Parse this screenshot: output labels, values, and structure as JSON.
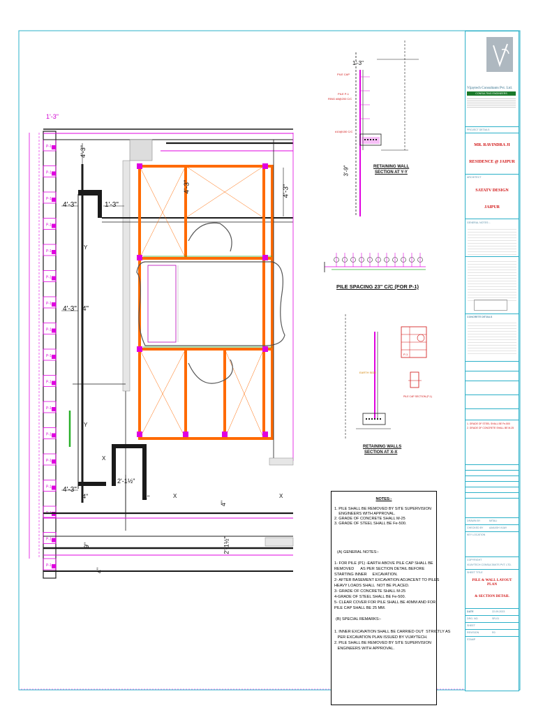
{
  "title_block": {
    "company": "Vijaytech Consultants Pvt. Ltd.",
    "company_tag": "CONSULTING ENGINEERS",
    "project_details_label": "PROJECT DETAILS",
    "project_line1": "MR. RAVINDRA JI",
    "project_line2": "RESIDENCE @ JAIPUR",
    "architect_label": "ARCHITECT",
    "architect_line1": "SATATV DESIGN",
    "architect_line2": "JAIPUR",
    "general_notes_label": "GENERAL NOTES :-",
    "concrete_details_label": "CONCRETE DETAILS",
    "note_a": "1.  GRADE OF STEEL SHALL BE Fe-500",
    "note_b": "2.  GRADE OF CONCRETE SHALL BE M-25",
    "drawn_by_label": "DRAWN BY",
    "drawn_by": "MITALI",
    "checked_by_label": "CHECKED BY",
    "checked_by": "AAKASH VIJAY",
    "key_location_label": "KEY LOCATION",
    "copyright_label": "COPYRIGHT",
    "copyright_text": "VIJAYTECH CONSULTANTS PVT. LTD.",
    "sheet_title_label": "SHEET TITLE",
    "sheet_title1": "PILE & WALL LAYOUT PLAN",
    "sheet_title2": "& SECTION DETAIL",
    "date_label": "DATE",
    "date": "22-09-2023",
    "drg_no_label": "DRG. NO.",
    "drg_no": "SR-01",
    "sheet_label": "SHEET",
    "revision_label": "REVISION",
    "revision": "R0",
    "stamp_label": "STAMP"
  },
  "sections": {
    "retaining_wall_yy_line1": "RETAINING WALL",
    "retaining_wall_yy_line2": "SECTION AT Y-Y",
    "pile_spacing": "PILE SPACING  23\" C/C (FOR P-1)",
    "retaining_wall_xx_line1": "RETAINING WALLS",
    "retaining_wall_xx_line2": "SECTION AT X-X",
    "pile_cap": "PILE CAP",
    "pile_p1": "PILE P-1",
    "ring": "RING #8@200 C/C",
    "cap_section": "PILE CAP SECTION (P-1)",
    "reinf_label": "#10@150 C/C",
    "soil_label": "EARTH SIDE",
    "dim_top": "1'-3\"",
    "dim_side": "3'-9\""
  },
  "plan_dims": {
    "d_a": "1'-3\"",
    "d_b": "4'-3\"",
    "d_c": "4\"",
    "d_d": "2'-1½\"",
    "d_e": "9\"",
    "mark_x": "X",
    "mark_y": "Y",
    "pile": "P-1"
  },
  "notes": {
    "heading": "NOTES:-",
    "n1a": "1. PILE SHALL BE REMOVED BY SITE SUPERVISION",
    "n1b": "    ENGINEERS WITH APPROVAL.",
    "n2": "2. GRADE OF CONCRETE SHALL M-25",
    "n3": "3. GRADE OF STEEL SHALL BE Fe-500.",
    "a_heading": "(A) GENERAL NOTES:-",
    "a1a": "1- FOR PILE (P1) -EARTH ABOVE PILE CAP SHALL BE",
    "a1b": "REMOVED      AS PER SECTION DETAIL BEFORE",
    "a1c": "STARTING INNER     EXCAVATION.",
    "a2a": "2- AFTER BASEMENT EXCAVATION ADJACENT TO PILES",
    "a2b": "HEAVY LOADS SHALL  NOT BE PLACED.",
    "a3": "3- GRADE OF CONCRETE SHALL M-25",
    "a4": "4-GRADE OF STEEL SHALL BE Fe-500.",
    "a5a": "5- CLEAR COVER FOR PILE SHALL BE 40MM AND FOR",
    "a5b": "PILE CAP SHALL BE 25 MM.",
    "b_heading": "(B) SPECIAL REMARKS:-",
    "b1a": "1. INNER EXCAVATION SHALL BE CARRIED OUT  STRICTLY AS",
    "b1b": "   PER EXCAVATION PLAN ISSUED BY VIJAYTECH.",
    "b2a": "2. PILE SHALL BE REMOVED BY SITE SUPERVISION",
    "b2b": "   ENGINEERS WITH APPROVAL."
  },
  "colors": {
    "border": "#2ab0c8",
    "wall": "#1a1a1a",
    "pile": "#e000e0",
    "beam": "#ff6a00",
    "accent_red": "#d01010",
    "green": "#2ab02a"
  }
}
